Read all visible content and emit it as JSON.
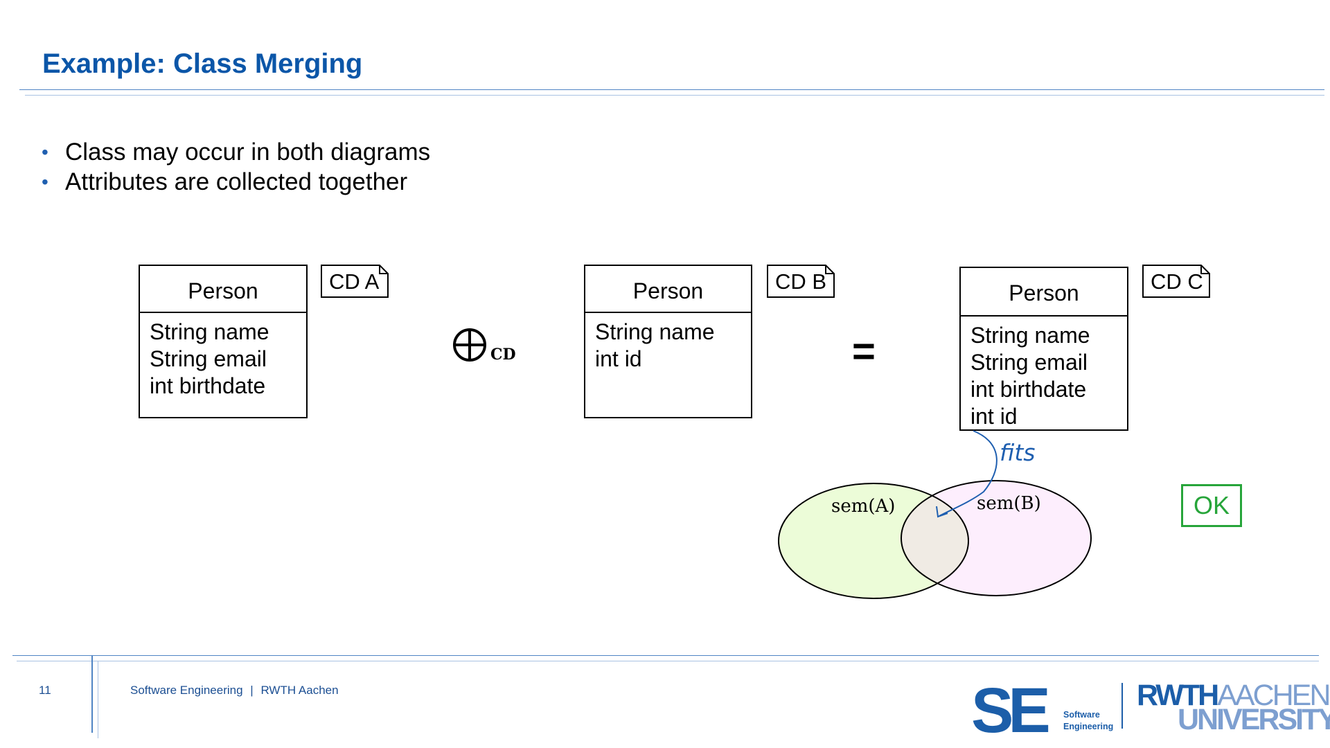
{
  "slide": {
    "title": "Example: Class Merging",
    "bullets": [
      "Class may occur in both diagrams",
      "Attributes are collected together"
    ]
  },
  "diagrams": [
    {
      "tag": "CD A",
      "class_name": "Person",
      "attributes": [
        "String name",
        "String email",
        "int birthdate"
      ]
    },
    {
      "tag": "CD B",
      "class_name": "Person",
      "attributes": [
        "String name",
        "int id"
      ]
    },
    {
      "tag": "CD C",
      "class_name": "Person",
      "attributes": [
        "String name",
        "String email",
        "int birthdate",
        "int id"
      ]
    }
  ],
  "operators": {
    "merge_subscript": "CD",
    "equals": "="
  },
  "venn": {
    "set_a": "sem(A)",
    "set_b": "sem(B)",
    "arrow_label": "fits"
  },
  "result": "OK",
  "footer": {
    "page_number": "11",
    "org": "Software Engineering",
    "separator": "|",
    "university": "RWTH Aachen",
    "logo_se": "SE",
    "logo_se_line1": "Software",
    "logo_se_line2": "Engineering",
    "logo_rwth": "RWTH",
    "logo_aachen": "AACHEN",
    "logo_university": "UNIVERSITY"
  },
  "colors": {
    "title": "#0b56a8",
    "venn_a_fill": "#ecfcd8",
    "venn_b_fill": "#fdeefd",
    "venn_overlap": "#f0ebe4",
    "ok_green": "#27a53a",
    "arrow_blue": "#1f5fb0"
  }
}
